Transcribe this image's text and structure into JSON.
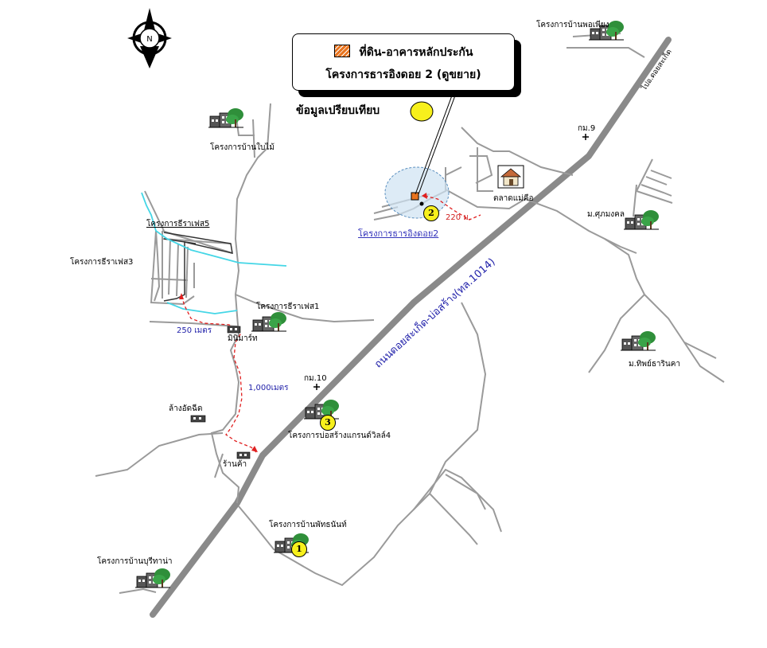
{
  "callout": {
    "line1": "ที่ดิน-อาคารหลักประกัน",
    "line2": "โครงการธารอิงดอย 2 (ดูขยาย)"
  },
  "comparison_label": "ข้อมูลเปรียบเทียบ",
  "compass": {
    "north_label": "N"
  },
  "roads": {
    "main_road": "ถนนดอยสะเก็ด-บ่อสร้าง(ทล.1014)",
    "to_doisaket": "ไปอ.ดอยสะเก็ด"
  },
  "km_markers": [
    "กม.9",
    "กม.10"
  ],
  "distances": {
    "d220": "220 ม.",
    "d250": "250 เมตร",
    "d1000": "1,000เมตร"
  },
  "places": {
    "baanphoephiang": "โครงการบ้านพอเพียง",
    "baanbaimai": "โครงการบ้านใบไม้",
    "thira5": "โครงการธีราเฟส5",
    "thira3": "โครงการธีราเฟส3",
    "thira1": "โครงการธีราเฟส1",
    "minimart": "มินิมาร์ท",
    "carwash": "ล้างอัดฉีด",
    "shop": "ร้านค้า",
    "market": "ตลาดแม่คือ",
    "subject_project": "โครงการธารอิงดอย2",
    "supamongkol": "ม.ศุภมงคล",
    "thipthranika": "ม.ทิพย์ธารินคา",
    "borsang_grand": "โครงการบ่อสร้างแกรนด์วิลล์4",
    "phatthananan": "โครงการบ้านพัทธนันท์",
    "buritana": "โครงการบ้านบุรีทาน่า"
  },
  "markers": [
    "1",
    "2",
    "3"
  ],
  "colors": {
    "main_road": "#8a8a8a",
    "minor_road": "#9a9a9a",
    "river": "#44d6e6",
    "route": "#e02020",
    "subject_square": "#e8741f",
    "zone_fill": "#cfe3f2",
    "marker": "#f7f01c",
    "label_blue": "#2222aa"
  },
  "icons": [
    "compass-north-icon",
    "house-cluster-icon",
    "tree-icon",
    "market-house-icon",
    "road-junction-icon"
  ]
}
